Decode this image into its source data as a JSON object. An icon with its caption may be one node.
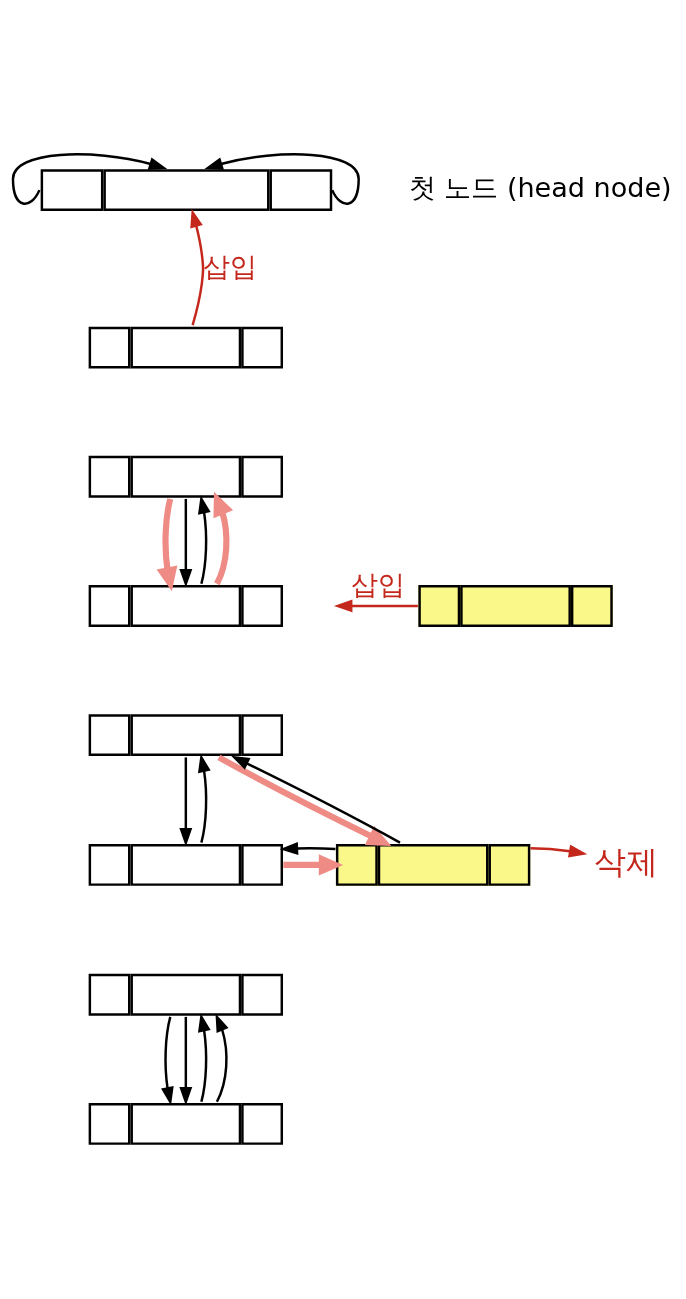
{
  "diagram": {
    "nodes": [
      {
        "text": [],
        "shape": "box",
        "beside": [
          "첫 노드 (head node)"
        ]
      },
      {
        "text": [],
        "shape": "box"
      },
      {
        "text": [],
        "shape": "box"
      },
      {
        "text": [],
        "shape": "box"
      },
      {
        "text": [],
        "shape": "box"
      },
      {
        "text": [],
        "shape": "box"
      },
      {
        "text": [],
        "shape": "box"
      },
      {
        "text": [],
        "shape": "box"
      },
      {
        "text": [
          "삭제"
        ]
      },
      {
        "text": [],
        "shape": "box"
      },
      {
        "text": [],
        "shape": "box"
      }
    ],
    "edges": [
      {
        "from": 0,
        "to": 0,
        "arrow": "to"
      },
      {
        "from": 0,
        "to": 0,
        "arrow": "to"
      },
      {
        "from": 1,
        "to": 0,
        "arrow": "to",
        "label": "삽입",
        "color": "#c4281c"
      },
      {
        "from": 2,
        "to": 3,
        "arrow": "to",
        "style": "thick",
        "color": "#ef8b85"
      },
      {
        "from": 2,
        "to": 3,
        "arrow": "to"
      },
      {
        "from": 3,
        "to": 2,
        "arrow": "to"
      },
      {
        "from": 3,
        "to": 2,
        "arrow": "to",
        "style": "thick",
        "color": "#ef8b85"
      },
      {
        "from": 4,
        "to": null,
        "arrow": "to",
        "label": "삽입",
        "color": "#c4281c"
      },
      {
        "from": 5,
        "to": 7,
        "arrow": "to",
        "style": "thick",
        "color": "#ef8b85"
      },
      {
        "from": 5,
        "to": 6,
        "arrow": "to"
      },
      {
        "from": 6,
        "to": 5,
        "arrow": "to"
      },
      {
        "from": 6,
        "to": 7,
        "arrow": "to",
        "style": "thick",
        "color": "#ef8b85"
      },
      {
        "from": 7,
        "to": 6,
        "arrow": "to"
      },
      {
        "from": 7,
        "to": 5,
        "arrow": "to"
      },
      {
        "from": 7,
        "to": 8,
        "arrow": "to",
        "color": "#c4281c"
      },
      {
        "from": 9,
        "to": 10,
        "arrow": "to"
      },
      {
        "from": 9,
        "to": 10,
        "arrow": "to"
      },
      {
        "from": 10,
        "to": 9,
        "arrow": "to"
      },
      {
        "from": 10,
        "to": 9,
        "arrow": "to"
      }
    ]
  }
}
